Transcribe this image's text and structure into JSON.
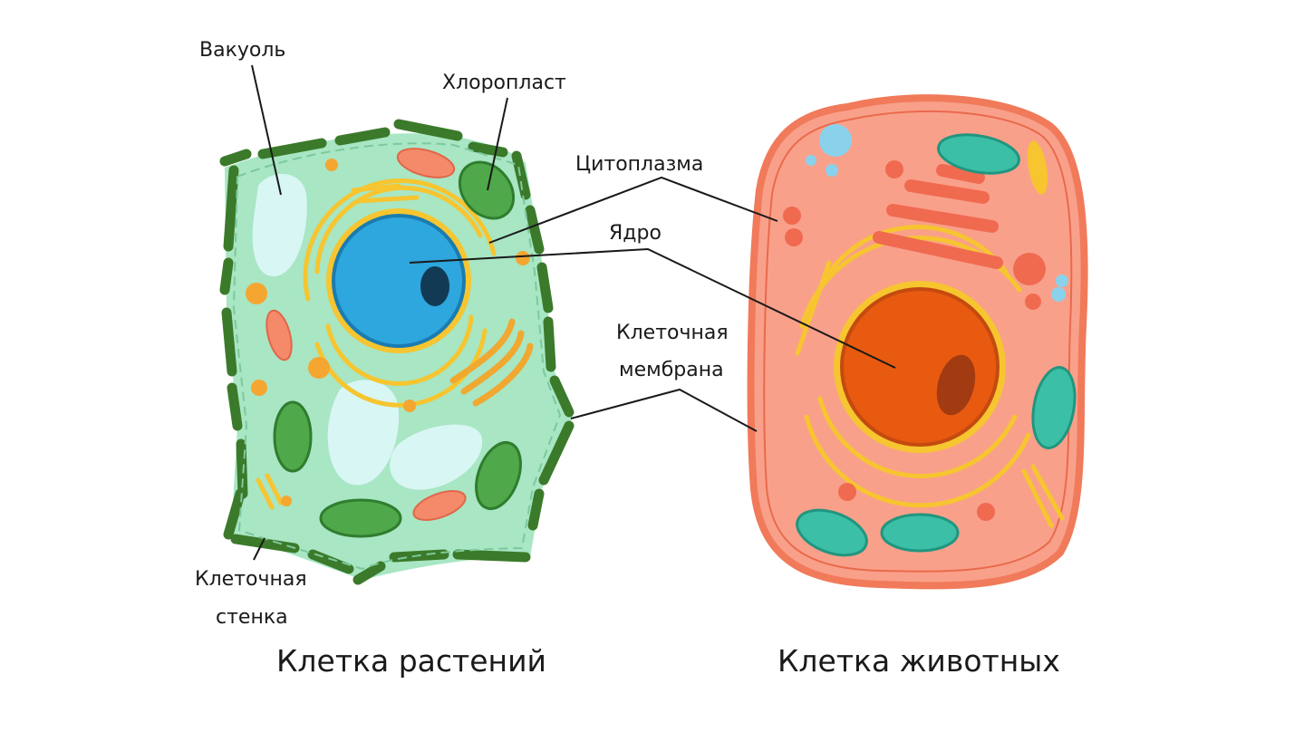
{
  "labels": {
    "vacuole": "Вакуоль",
    "chloroplast": "Хлоропласт",
    "cytoplasm": "Цитоплазма",
    "nucleus": "Ядро",
    "membrane_line1": "Клеточная",
    "membrane_line2": "мембрана",
    "wall_line1": "Клеточная",
    "wall_line2": "стенка"
  },
  "captions": {
    "plant": "Клетка растений",
    "animal": "Клетка животных"
  },
  "colors": {
    "plant_wall": "#3b7a2a",
    "plant_cytoplasm": "#a8e6c4",
    "plant_nucleus": "#2ea6de",
    "animal_membrane": "#f07a5a",
    "animal_cytoplasm": "#f9a08a",
    "animal_nucleus": "#e85a0f",
    "golgi_er": "#f6c530",
    "mitochondria_plant": "#f58a6a",
    "mitochondria_animal": "#3bbfa6",
    "chloroplast": "#4fa84a",
    "vacuole": "#d8f6f4"
  }
}
